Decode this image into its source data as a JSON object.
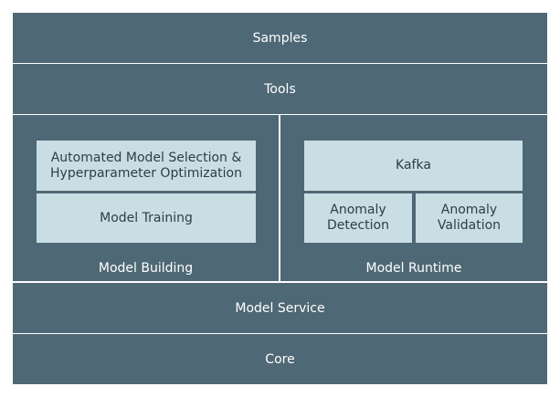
{
  "layers": {
    "samples": "Samples",
    "tools": "Tools",
    "model_service": "Model Service",
    "core": "Core"
  },
  "model_building": {
    "label": "Model Building",
    "automl_line1": "Automated Model Selection &",
    "automl_line2": "Hyperparameter Optimization",
    "training": "Model Training"
  },
  "model_runtime": {
    "label": "Model Runtime",
    "kafka": "Kafka",
    "detection_line1": "Anomaly",
    "detection_line2": "Detection",
    "validation_line1": "Anomaly",
    "validation_line2": "Validation"
  },
  "colors": {
    "dark": "#4f6875",
    "light": "#c9dde5",
    "text_on_light": "#2f3d44"
  }
}
